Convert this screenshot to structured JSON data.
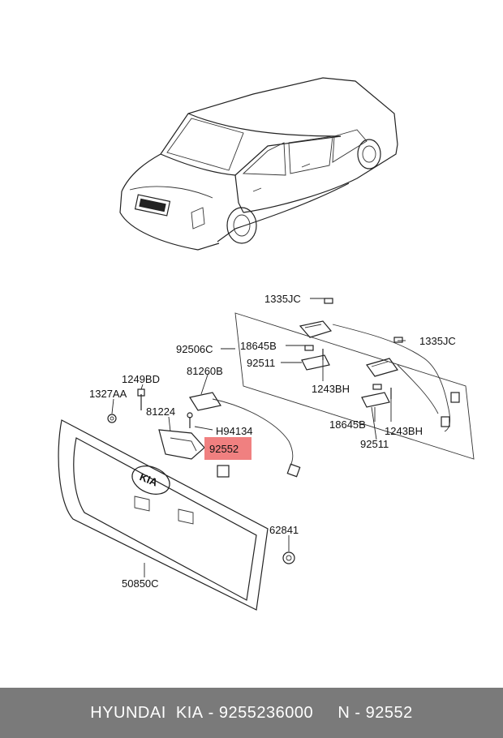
{
  "labels": {
    "p1335jc_top": "1335JC",
    "p1335jc_right": "1335JC",
    "p92506c": "92506C",
    "p18645b_top": "18645B",
    "p92511_top": "92511",
    "p1243bh_left": "1243BH",
    "p18645b_bottom": "18645B",
    "p1243bh_right": "1243BH",
    "p92511_bottom": "92511",
    "p81260b": "81260B",
    "p1249bd": "1249BD",
    "p1327aa": "1327AA",
    "p81224": "81224",
    "ph94134": "H94134",
    "p92552": "92552",
    "p62841": "62841",
    "p50850c": "50850C"
  },
  "highlight_color": "#f08080",
  "footer": {
    "brand": "HYUNDAI  KIA",
    "separator1": " - ",
    "part_number": "9255236000",
    "gap": "     ",
    "n_label": "N",
    "separator2": " - ",
    "ref_number": "92552"
  }
}
